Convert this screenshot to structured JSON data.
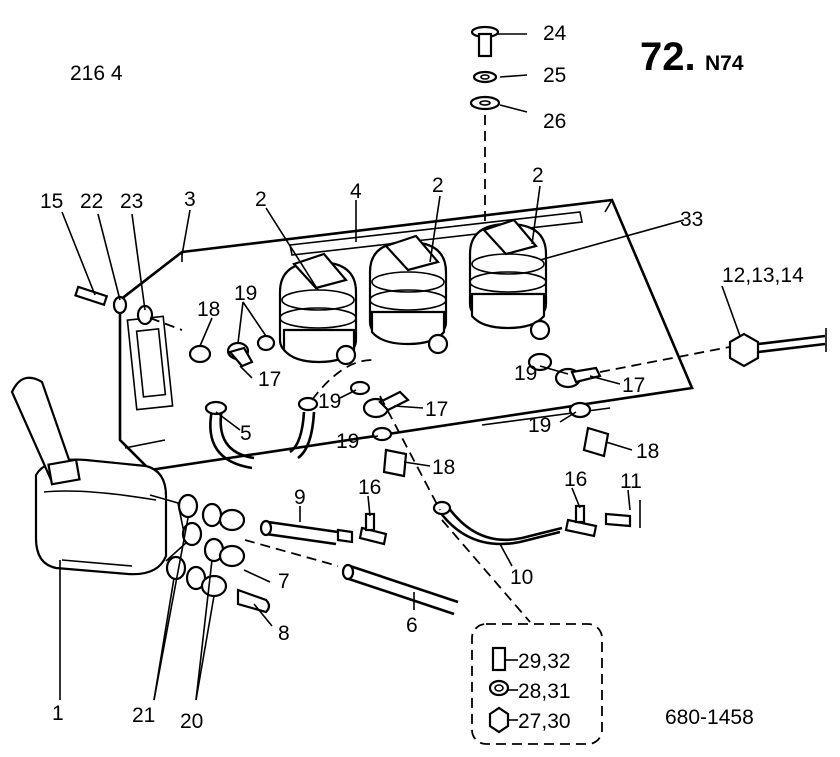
{
  "header": {
    "group_code": "216 4",
    "page_number": "72.",
    "page_suffix": "N74",
    "drawing_number": "680-1458"
  },
  "callouts": {
    "c1": "1",
    "c2a": "2",
    "c2b": "2",
    "c2c": "2",
    "c3": "3",
    "c4": "4",
    "c5": "5",
    "c6": "6",
    "c7": "7",
    "c8": "8",
    "c9": "9",
    "c10": "10",
    "c11": "11",
    "c12_14": "12,13,14",
    "c15": "15",
    "c16a": "16",
    "c16b": "16",
    "c17a": "17",
    "c17b": "17",
    "c17c": "17",
    "c18a": "18",
    "c18b": "18",
    "c18c": "18",
    "c19a": "19",
    "c19b": "19",
    "c19c": "19",
    "c19d": "19",
    "c19e": "19",
    "c20": "20",
    "c21": "21",
    "c22": "22",
    "c23": "23",
    "c24": "24",
    "c25": "25",
    "c26": "26",
    "c33": "33"
  },
  "detail_box": {
    "item_a": "29,32",
    "item_b": "28,31",
    "item_c": "27,30"
  }
}
